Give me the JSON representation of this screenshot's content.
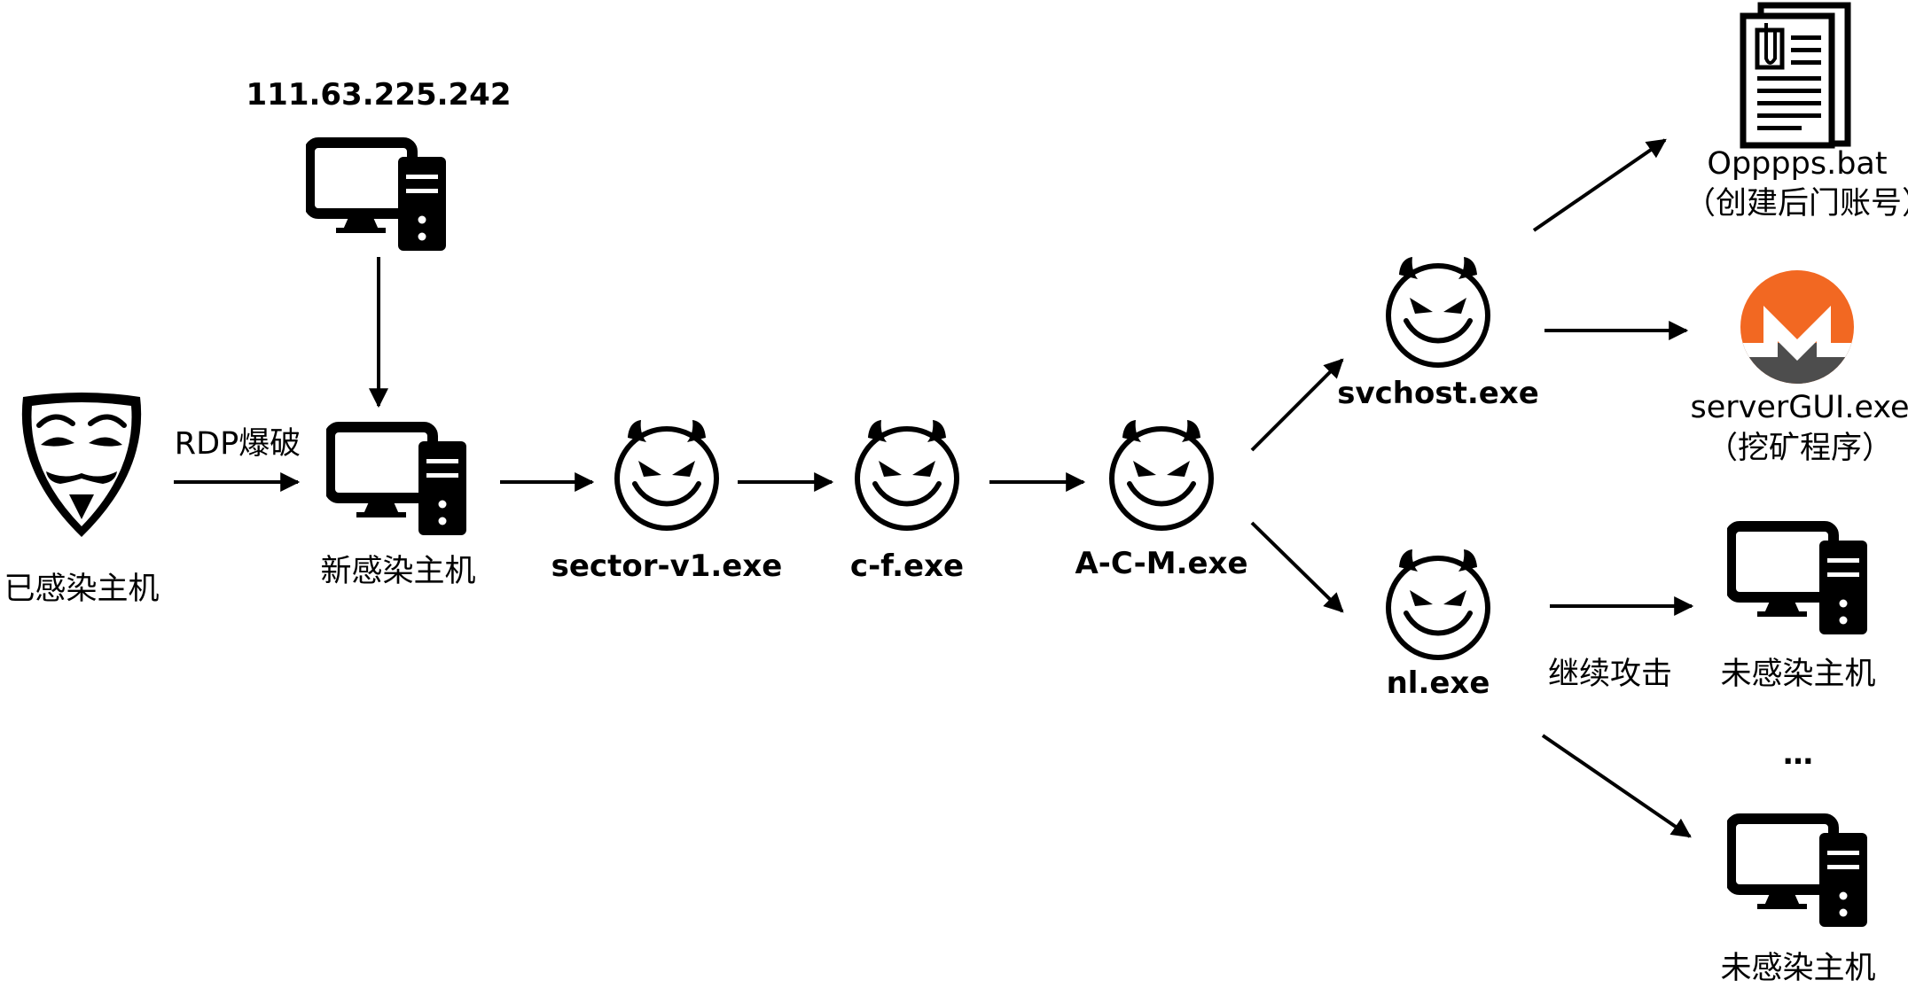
{
  "nodes": {
    "infected_host": {
      "label": "已感染主机",
      "icon": "anonymous-mask-icon"
    },
    "attacker_server": {
      "label": "111.63.225.242",
      "icon": "desktop-computer-icon"
    },
    "new_infected_host": {
      "label": "新感染主机",
      "icon": "desktop-computer-icon"
    },
    "sector": {
      "label": "sector-v1.exe",
      "icon": "devil-face-icon"
    },
    "cf": {
      "label": "c-f.exe",
      "icon": "devil-face-icon"
    },
    "acm": {
      "label": "A-C-M.exe",
      "icon": "devil-face-icon"
    },
    "svchost": {
      "label": "svchost.exe",
      "icon": "devil-face-icon"
    },
    "nl": {
      "label": "nl.exe",
      "icon": "devil-face-icon"
    },
    "oppps": {
      "label": "Opppps.bat",
      "note": "（创建后门账号）",
      "icon": "document-icon"
    },
    "servergui": {
      "label": "serverGUI.exe",
      "note": "（挖矿程序）",
      "icon": "monero-logo-icon",
      "colors": {
        "orange": "#f26822",
        "gray": "#4d4d4d"
      }
    },
    "uninfected_1": {
      "label": "未感染主机",
      "icon": "desktop-computer-icon"
    },
    "uninfected_2": {
      "label": "未感染主机",
      "icon": "desktop-computer-icon"
    },
    "ellipsis": "…"
  },
  "edges": {
    "rdp": "RDP爆破",
    "continue_attack": "继续攻击"
  },
  "colors": {
    "ink": "#000000",
    "background": "#ffffff"
  }
}
